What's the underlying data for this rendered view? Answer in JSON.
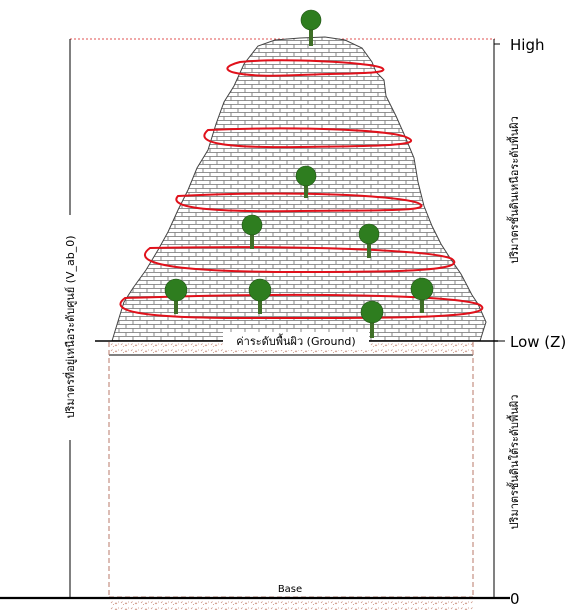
{
  "levels": {
    "high": "High",
    "low": "Low (Z)",
    "zero": "0"
  },
  "labels": {
    "ground": "ค่าระดับพื้นผิว (Ground)",
    "base": "Base",
    "left_vertical": "ปริมาตรที่อยู่เหนือระดับศูนย์ (V_ab_0)",
    "right_upper_vertical": "ปริมาตรชั้นดินเหนือระดับพื้นผิว",
    "right_lower_vertical": "ปริมาตรชั้นดินใต้ระดับพื้นผิว"
  },
  "colors": {
    "contour": "#e0111b",
    "tree_canopy": "#2e7d1f",
    "tree_trunk": "#3f6f27",
    "dashed_top": "#e05050",
    "column_outline": "#b87a6a"
  },
  "icons": [
    "tree-icon",
    "brick-pattern",
    "gravel-pattern"
  ]
}
